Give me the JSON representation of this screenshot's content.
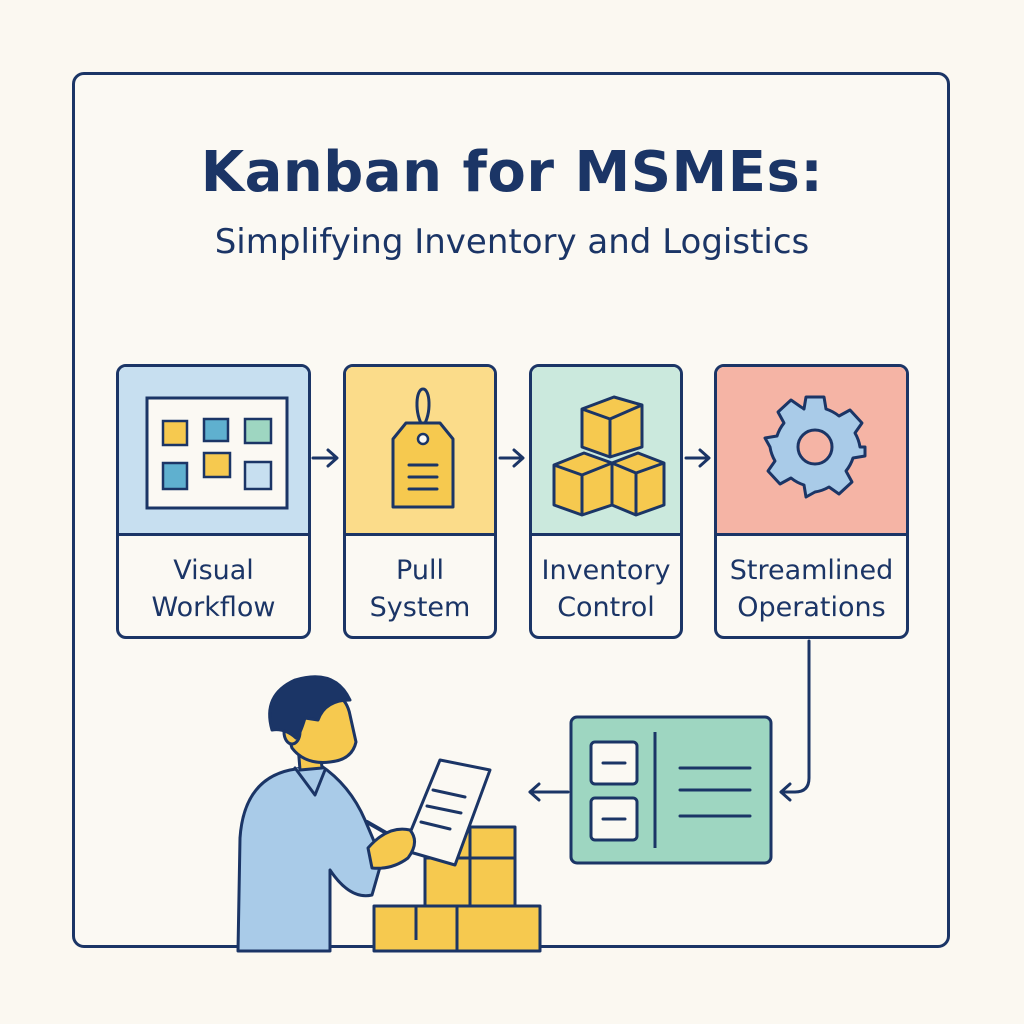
{
  "title": "Kanban for MSMEs:",
  "subtitle": "Simplifying Inventory and Logistics",
  "steps": [
    {
      "line1": "Visual",
      "line2": "Workflow",
      "icon": "kanban-board-icon"
    },
    {
      "line1": "Pull",
      "line2": "System",
      "icon": "tag-icon"
    },
    {
      "line1": "Inventory",
      "line2": "Control",
      "icon": "boxes-icon"
    },
    {
      "line1": "Streamlined",
      "line2": "Operations",
      "icon": "gear-icon"
    }
  ],
  "colors": {
    "navy": "#1b3566",
    "blue_panel": "#c7dff0",
    "yellow_panel": "#fbdc8a",
    "green_panel": "#cbe9dd",
    "red_panel": "#f5b4a5",
    "box_yellow": "#f6c94f",
    "teal": "#5fb0cf",
    "mint": "#9ed6c1"
  }
}
